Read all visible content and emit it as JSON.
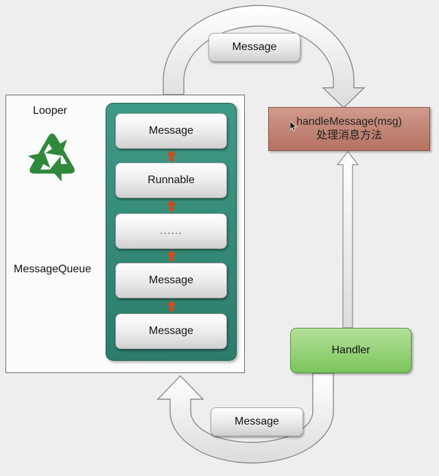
{
  "looper": {
    "label": "Looper",
    "icon": "recycle-icon",
    "icon_color": "#2e8a3a"
  },
  "message_queue": {
    "label": "MessageQueue",
    "items": [
      "Message",
      "Runnable",
      "......",
      "Message",
      "Message"
    ],
    "frame_color": "#2f8370",
    "arrow_color": "#d34a1a"
  },
  "handle_message": {
    "method": "handleMessage(msg)",
    "caption": "处理消息方法",
    "color": "#c28576"
  },
  "handler": {
    "label": "Handler",
    "color": "#8fce6e"
  },
  "top_message": {
    "label": "Message"
  },
  "bottom_message": {
    "label": "Message"
  }
}
